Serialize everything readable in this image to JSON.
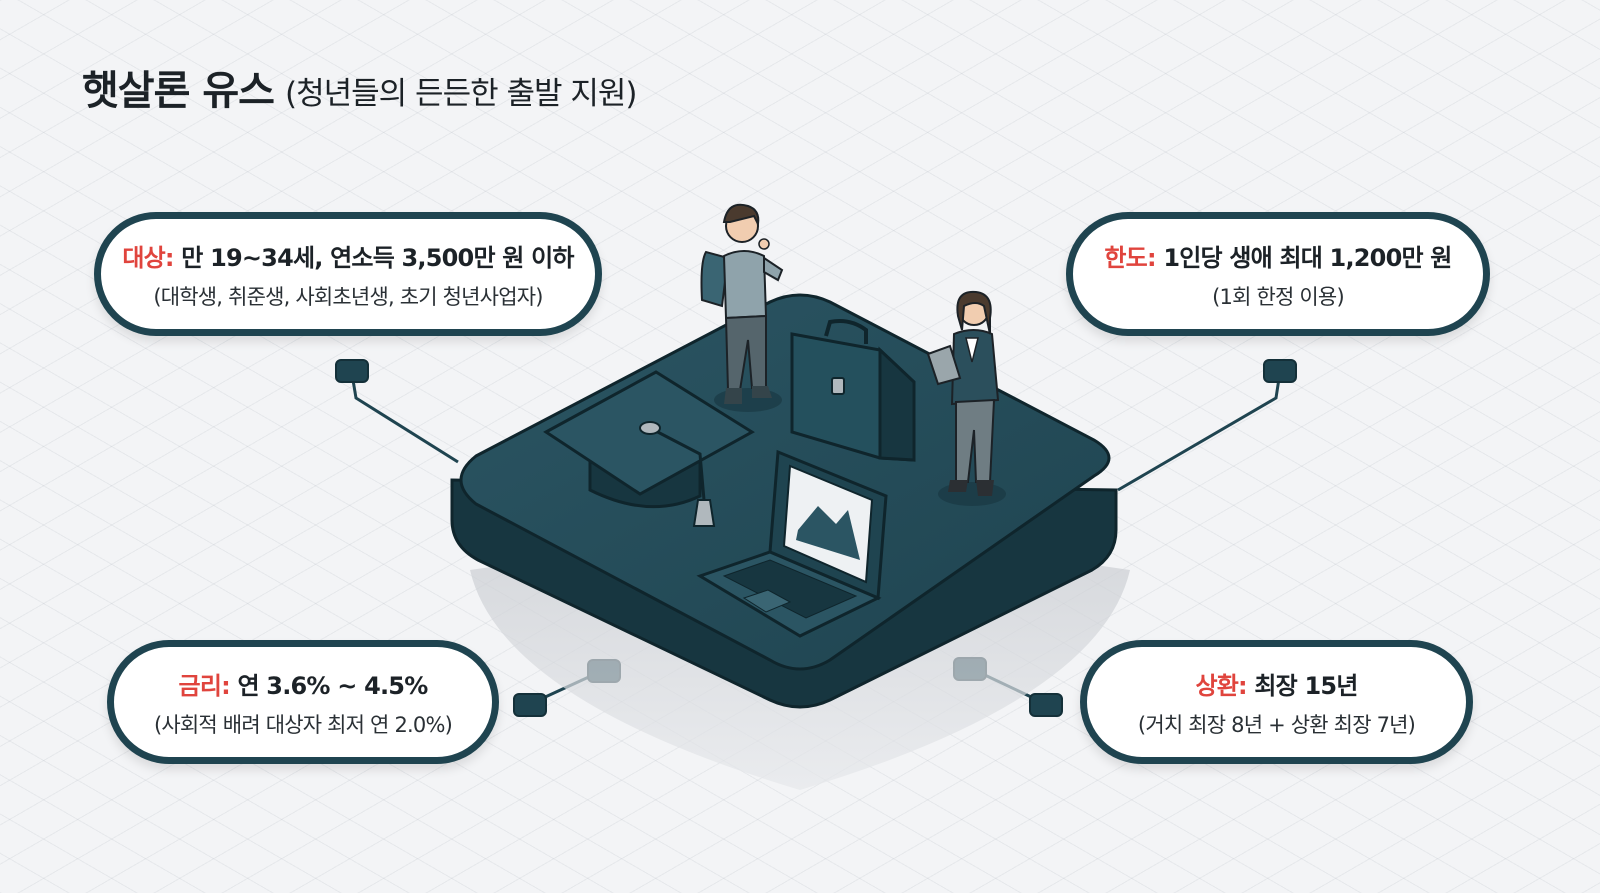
{
  "title": {
    "main": "햇살론 유스",
    "sub": "(청년들의 든든한 출발 지원)"
  },
  "callouts": {
    "target": {
      "key": "대상:",
      "value": "만 19~34세, 연소득 3,500만 원 이하",
      "detail": "(대학생, 취준생, 사회초년생, 초기 청년사업자)"
    },
    "limit": {
      "key": "한도:",
      "value": "1인당 생애 최대 1,200만 원",
      "detail": "(1회 한정 이용)"
    },
    "rate": {
      "key": "금리:",
      "value": "연 3.6% ~ 4.5%",
      "detail": "(사회적 배려 대상자 최저 연 2.0%)"
    },
    "repay": {
      "key": "상환:",
      "value": "최장 15년",
      "detail": "(거치 최장 8년 + 상환 최장 7년)"
    }
  },
  "colors": {
    "accent_red": "#e0443d",
    "platform_dark": "#1f4450",
    "outline": "#1c2227",
    "background": "#f3f4f6"
  },
  "icons": {
    "graduation_cap": "graduation-cap-icon",
    "briefcase": "briefcase-icon",
    "laptop": "laptop-icon",
    "student": "student-figure",
    "professional": "professional-figure"
  }
}
